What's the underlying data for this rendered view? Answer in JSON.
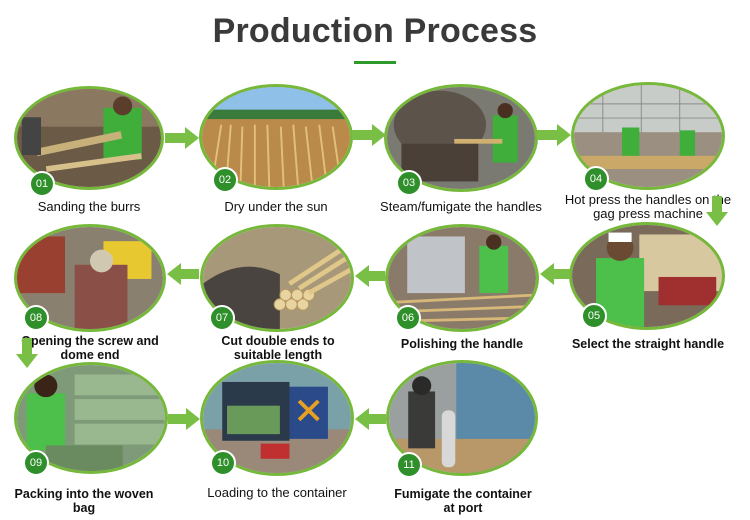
{
  "title": "Production Process",
  "accent_color": "#2f9a2c",
  "arrow_color": "#79bf45",
  "steps": [
    {
      "num": "01",
      "label": "Sanding the burrs"
    },
    {
      "num": "02",
      "label": "Dry under the sun"
    },
    {
      "num": "03",
      "label": "Steam/fumigate the handles"
    },
    {
      "num": "04",
      "label": "Hot press the handles on the gag press machine"
    },
    {
      "num": "05",
      "label": "Select the straight handle"
    },
    {
      "num": "06",
      "label": "Polishing the handle"
    },
    {
      "num": "07",
      "label": "Cut double ends to suitable length"
    },
    {
      "num": "08",
      "label": "Opening the screw and dome end"
    },
    {
      "num": "09",
      "label": "Packing into the woven bag"
    },
    {
      "num": "10",
      "label": "Loading to the container"
    },
    {
      "num": "11",
      "label": "Fumigate the container at port"
    }
  ]
}
